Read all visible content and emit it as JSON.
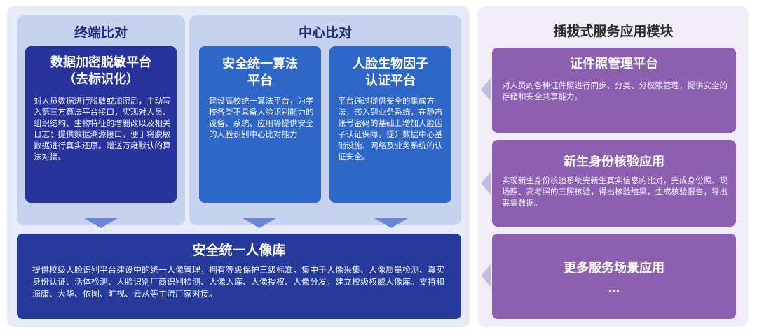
{
  "terminal": {
    "title": "终端比对",
    "card": {
      "title_line1": "数据加密脱敏平台",
      "title_line2": "（去标识化）",
      "desc": "对人员数据进行脱敏或加密后，主动写入第三方算法平台接口，实现对人员、组织结构、生物特征的增删改以及相关日志；提供数据溯源接口，便于将脱敏数据进行真实还原。赠送万雍默认的算法对接。"
    }
  },
  "center": {
    "title": "中心比对",
    "cards": [
      {
        "title_line1": "安全统一算法",
        "title_line2": "平台",
        "desc": "建设高校统一算法平台，为学校各类不具备人脸识别能力的设备、系统、应用等提供安全的人脸识别中心比对能力"
      },
      {
        "title_line1": "人脸生物因子",
        "title_line2": "认证平台",
        "desc": "平台通过提供安全的集成方法，嵌入到业务系统，在静态账号密码的基础上增加人脸因子认证保障，提升数据中心基础设施、网络及业务系统的认证安全。"
      }
    ]
  },
  "portrait": {
    "title": "安全统一人像库",
    "desc": "提供校级人脸识别平台建设中的统一人像管理，拥有等级保护三级标准，集中于人像采集、人像质量检测、真实身份认证、活体检测、人脸识别厂商识别检测、人像入库、人像授权、人像分发，建立校级权威人像库。支持和海康、大华、依图、旷视、云从等主流厂家对接。"
  },
  "plugin": {
    "title": "插拔式服务应用模块",
    "cards": [
      {
        "title": "证件照管理平台",
        "desc": "对人员的各种证件照进行同步、分类、分权限管理，提供安全的存储和安全共享能力。"
      },
      {
        "title": "新生身份核验应用",
        "desc": "实现新生身份核验系统完新生真实信息的比对，完成身份照、现场照、高考照的三照核验，得出核验结果，生成核验报告，导出采集数据。"
      },
      {
        "title": "更多服务场景应用",
        "desc": "…"
      }
    ]
  },
  "colors": {
    "navy_card": "#28349b",
    "blue_card": "#2f67c9",
    "purple_card": "#8d5fb0",
    "group_bg": "#c7d2ee"
  }
}
